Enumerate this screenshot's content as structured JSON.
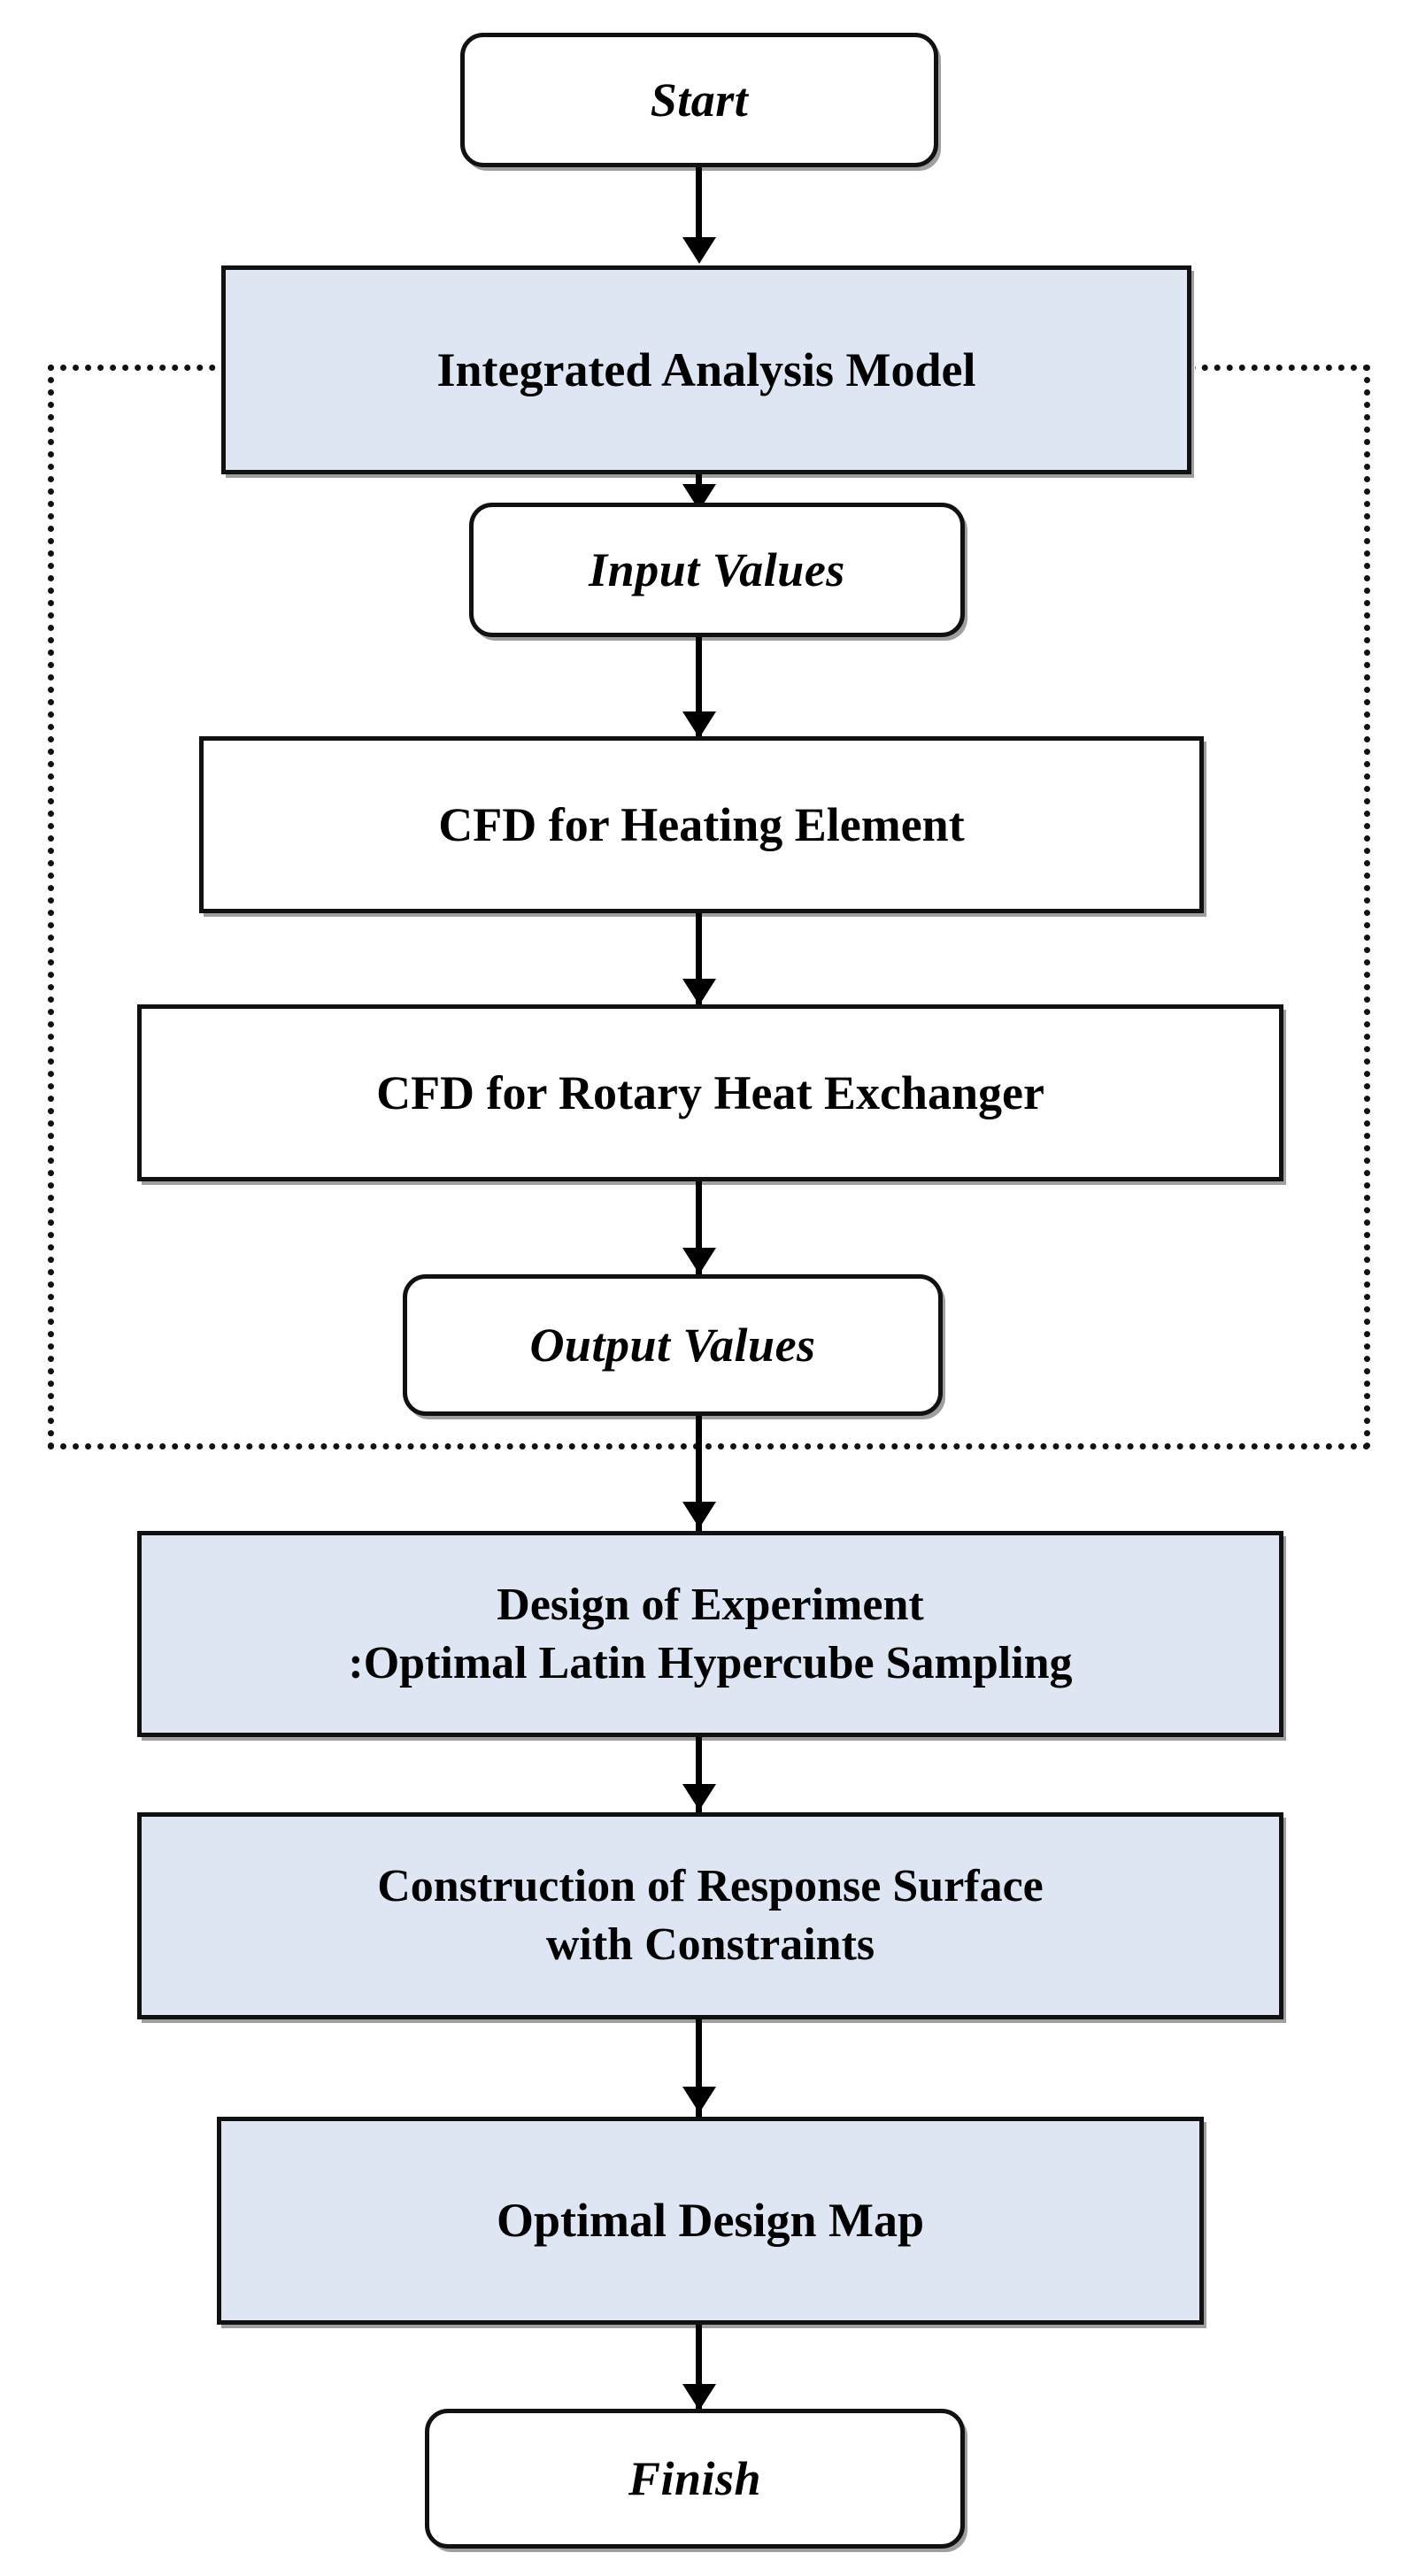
{
  "diagram": {
    "title": "Integrated analysis and optimal design flowchart",
    "colors": {
      "highlight_fill": "#dde6f2",
      "node_border": "#111111",
      "connector": "#000000",
      "canvas_background": "#ffffff"
    },
    "nodes": [
      {
        "id": "start",
        "label": "Start",
        "shape": "terminator",
        "fill": "white"
      },
      {
        "id": "integrated",
        "label": "Integrated Analysis Model",
        "shape": "process",
        "fill": "highlight"
      },
      {
        "id": "input",
        "label": "Input Values",
        "shape": "terminator",
        "fill": "white"
      },
      {
        "id": "cfd-heating",
        "label": "CFD for Heating Element",
        "shape": "process",
        "fill": "white"
      },
      {
        "id": "cfd-rotary",
        "label": "CFD for Rotary Heat Exchanger",
        "shape": "process",
        "fill": "white"
      },
      {
        "id": "output",
        "label": "Output Values",
        "shape": "terminator",
        "fill": "white"
      },
      {
        "id": "doe-line1",
        "label": "Design of Experiment",
        "shape": "process",
        "fill": "highlight"
      },
      {
        "id": "doe-line2",
        "label": ":Optimal Latin Hypercube Sampling",
        "shape": "process",
        "fill": "highlight"
      },
      {
        "id": "rsm-line1",
        "label": "Construction of Response Surface",
        "shape": "process",
        "fill": "highlight"
      },
      {
        "id": "rsm-line2",
        "label": "with Constraints",
        "shape": "process",
        "fill": "highlight"
      },
      {
        "id": "optimal-map",
        "label": "Optimal Design Map",
        "shape": "process",
        "fill": "highlight"
      },
      {
        "id": "finish",
        "label": "Finish",
        "shape": "terminator",
        "fill": "white"
      }
    ],
    "edges": [
      {
        "from": "start",
        "to": "integrated"
      },
      {
        "from": "integrated",
        "to": "input"
      },
      {
        "from": "input",
        "to": "cfd-heating"
      },
      {
        "from": "cfd-heating",
        "to": "cfd-rotary"
      },
      {
        "from": "cfd-rotary",
        "to": "output"
      },
      {
        "from": "output",
        "to": "doe"
      },
      {
        "from": "doe",
        "to": "rsm"
      },
      {
        "from": "rsm",
        "to": "optimal-map"
      },
      {
        "from": "optimal-map",
        "to": "finish"
      }
    ],
    "grouping": {
      "style": "dotted-rectangle",
      "encloses": [
        "integrated",
        "input",
        "cfd-heating",
        "cfd-rotary",
        "output"
      ]
    }
  }
}
